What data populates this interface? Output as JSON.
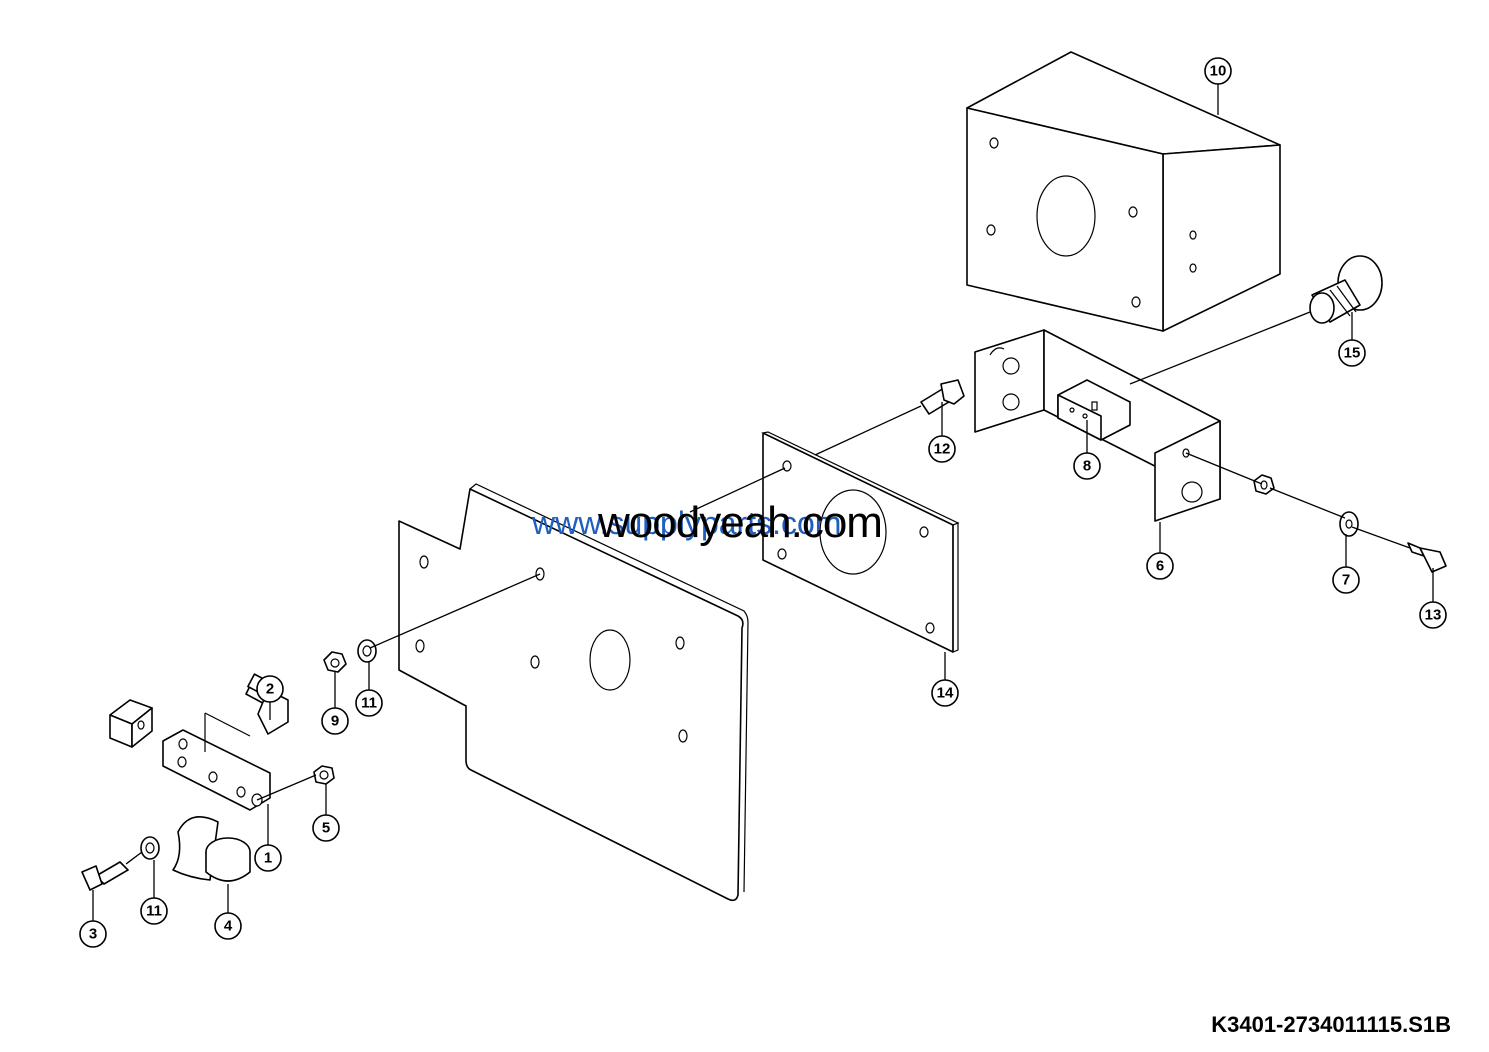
{
  "drawing_code": "K3401-2734011115.S1B",
  "watermarks": {
    "primary": "woodyeah.com",
    "secondary": "www.supplyparts.com"
  },
  "callouts": [
    "10",
    "15",
    "12",
    "8",
    "6",
    "7",
    "13",
    "14",
    "9",
    "11",
    "2",
    "5",
    "1",
    "4",
    "3",
    "11"
  ],
  "colors": {
    "line": "#000000",
    "watermark_blue": "#1f5fbf",
    "background": "#ffffff"
  }
}
